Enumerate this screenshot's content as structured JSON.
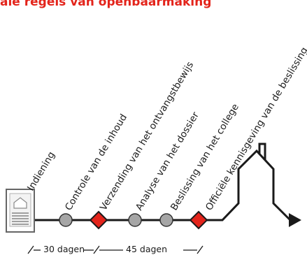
{
  "title": "ale regels van openbaarmaking",
  "steps": [
    {
      "label": "Indiening"
    },
    {
      "label": "Controle van de inhoud"
    },
    {
      "label": "Verzending van het ontvangstbewijs"
    },
    {
      "label": "Analyse van het dossier"
    },
    {
      "label": "Beslissing van het college"
    },
    {
      "label": "Officiële kennisgeving van de beslissing"
    }
  ],
  "durations": [
    "30 dagen",
    "45 dagen"
  ],
  "colors": {
    "title": "#e3241b",
    "milestone": "#e3241b",
    "step": "#a6a6a6",
    "line": "#1a1a1a"
  },
  "icons": [
    "document-icon",
    "house-icon",
    "arrow-right-icon"
  ]
}
